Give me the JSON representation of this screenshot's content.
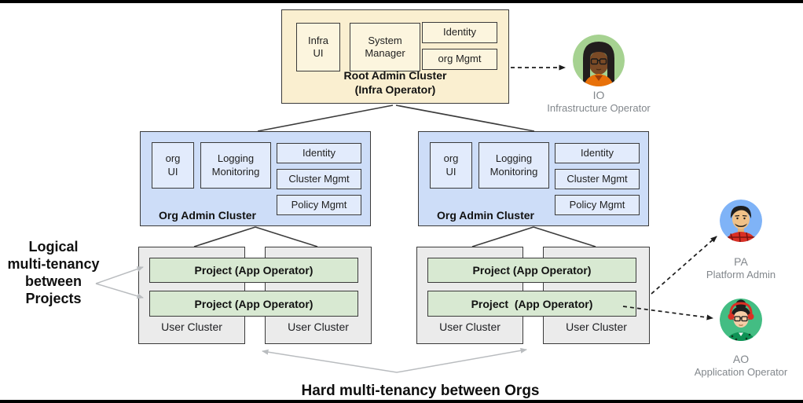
{
  "diagram": {
    "root_cluster": {
      "title": "Root Admin Cluster\n(Infra Operator)",
      "components": [
        "Infra\nUI",
        "System\nManager",
        "Identity",
        "org Mgmt"
      ]
    },
    "org_cluster": {
      "title": "Org Admin Cluster",
      "components": [
        "org\nUI",
        "Logging\nMonitoring",
        "Identity",
        "Cluster Mgmt",
        "Policy Mgmt"
      ]
    },
    "projects": {
      "left": [
        "Project (App Operator)",
        "Project (App Operator)"
      ],
      "right": [
        "Project (App Operator)",
        "Project  (App Operator)"
      ]
    },
    "user_cluster_label": "User Cluster",
    "annotations": {
      "left": "Logical\nmulti-tenancy\nbetween\nProjects",
      "bottom": "Hard multi-tenancy between Orgs"
    },
    "personas": [
      {
        "abbr": "IO",
        "role": "Infrastructure Operator"
      },
      {
        "abbr": "PA",
        "role": "Platform Admin"
      },
      {
        "abbr": "AO",
        "role": "Application Operator"
      }
    ],
    "colors": {
      "root_cluster_fill": "#FAEFD0",
      "root_inner_fill": "#FCF5DE",
      "org_cluster_fill": "#CDDDF8",
      "org_inner_fill": "#E2EBFC",
      "project_fill": "#D8E9D2",
      "user_cluster_fill": "#EBEBEB",
      "box_border": "#3A3A3A",
      "connector_line": "#3C3C3C",
      "gray_arrow": "#B9BCBF",
      "persona_text": "#82878C",
      "io_avatar_bg": "#A6D291",
      "pa_avatar_bg": "#7FB3F7",
      "ao_avatar_bg": "#43BD83"
    }
  }
}
